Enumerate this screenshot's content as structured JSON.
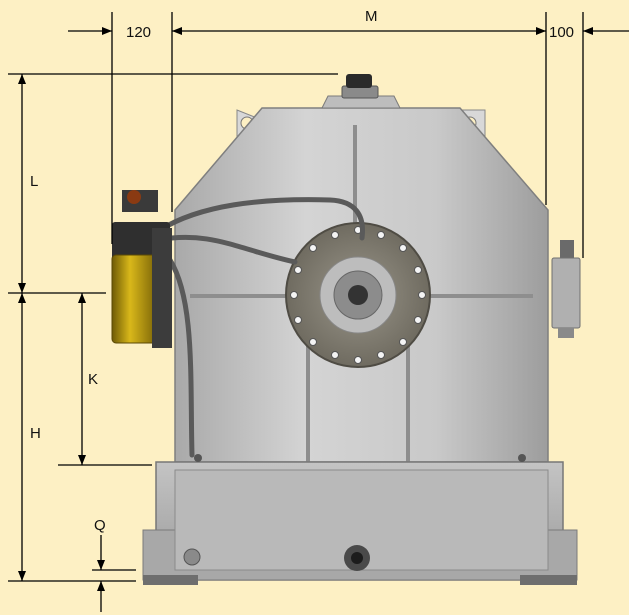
{
  "diagram": {
    "dimension_labels": {
      "left_offset": "120",
      "width": "M",
      "right_offset": "100",
      "upper_height": "L",
      "shaft_height": "K",
      "base_height": "H",
      "foot_clearance": "Q"
    }
  },
  "colors": {
    "background": "#fdf0c4",
    "housing": "#c8c8c8",
    "dimension_lines": "#000000",
    "oil_filter": "#b89a10"
  }
}
